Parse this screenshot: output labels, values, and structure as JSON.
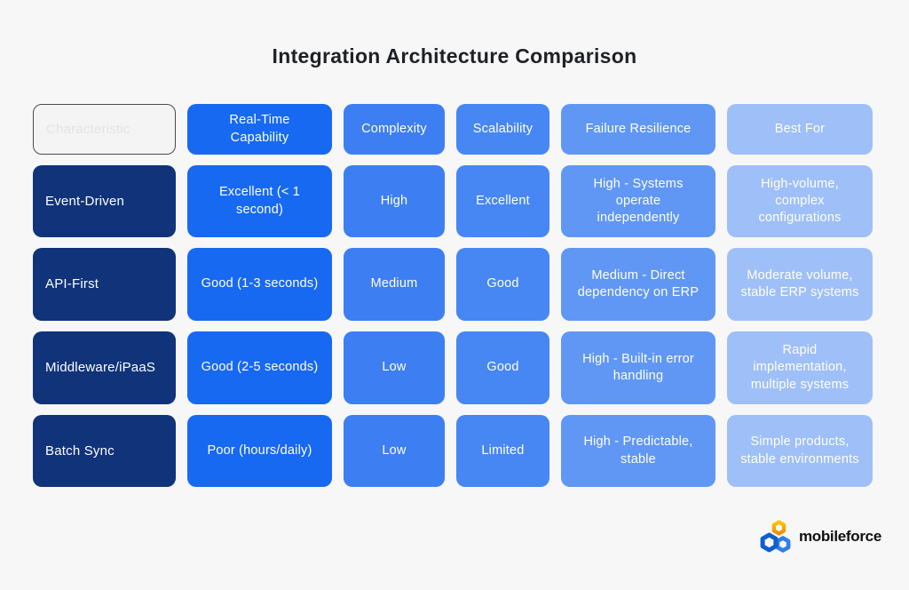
{
  "page": {
    "background": "#f7f7f8"
  },
  "title": "Integration Architecture Comparison",
  "chart_data": {
    "type": "table",
    "title": "Integration Architecture Comparison",
    "columns": [
      "Characteristic",
      "Real-Time Capability",
      "Complexity",
      "Scalability",
      "Failure Resilience",
      "Best For"
    ],
    "rows": [
      [
        "Event-Driven",
        "Excellent (< 1 second)",
        "High",
        "Excellent",
        "High - Systems operate independently",
        "High-volume, complex configurations"
      ],
      [
        "API-First",
        "Good (1-3 seconds)",
        "Medium",
        "Good",
        "Medium - Direct dependency on ERP",
        "Moderate volume, stable ERP systems"
      ],
      [
        "Middleware/iPaaS",
        "Good (2-5 seconds)",
        "Low",
        "Good",
        "High - Built-in error handling",
        "Rapid implementation, multiple systems"
      ],
      [
        "Batch Sync",
        "Poor (hours/daily)",
        "Low",
        "Limited",
        "High - Predictable, stable",
        "Simple products, stable environments"
      ]
    ],
    "layout": "color-coded card grid, header row on top, row-label column on left"
  },
  "colors": {
    "column_fills": [
      "#f4f4f4",
      "#1769f2",
      "#3d7ff2",
      "#4787f4",
      "#6097f5",
      "#9fbff8"
    ],
    "row_header_fill": "#10337a",
    "characteristic_text": "#e3e3e3",
    "characteristic_border": "#4b4b4b",
    "cell_text": "#ffffff",
    "title_text": "#1f2126"
  },
  "logo": {
    "text": "mobileforce",
    "icon": "hexagon-cluster-icon",
    "icon_colors": {
      "top_hex_start": "#ffc400",
      "top_hex_end": "#f08c00",
      "left_hex": "#0e5ecf",
      "right_hex": "#2e7fe8"
    }
  }
}
